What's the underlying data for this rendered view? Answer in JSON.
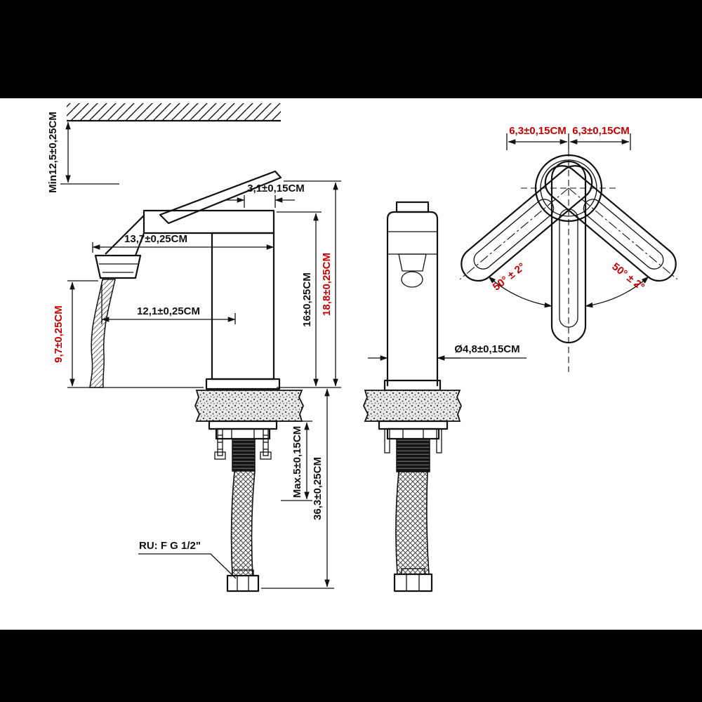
{
  "drawing": {
    "subject": "single-lever basin faucet dimensional drawing, three views",
    "colors": {
      "line": "#111111",
      "accent_red": "#c40000",
      "paper": "#ffffff",
      "frame": "#000000"
    },
    "side_view": {
      "min_wall_clearance": "Min12,5±0,25CM",
      "top_width": "3,1±0,15CM",
      "body_length": "13,7±0,25CM",
      "spout_reach": "12,1±0,25CM",
      "spout_height": "9,7±0,25CM",
      "height_to_spout": "16±0,25CM",
      "overall_height": "18,8±0,25CM",
      "max_deck_thickness": "Max.5±0,15CM",
      "hose_length": "36,3±0,25CM",
      "thread_note": "RU: F G 1/2\""
    },
    "front_view": {
      "body_diameter": "Ø4,8±0,15CM"
    },
    "top_view": {
      "offset_left": "6,3±0,15CM",
      "offset_right": "6,3±0,15CM",
      "swing_left": "50° ± 2°",
      "swing_right": "50° ± 2°"
    }
  }
}
